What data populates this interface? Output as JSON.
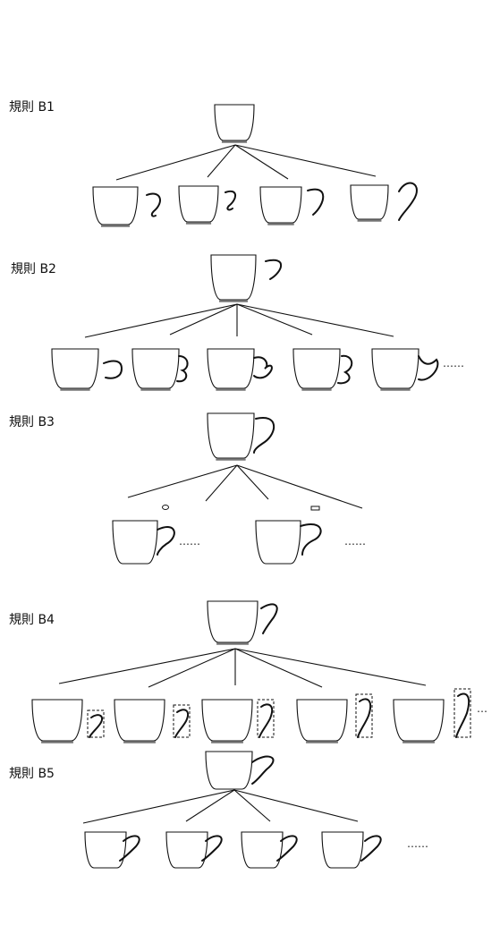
{
  "rules": [
    {
      "label": "規則 B1",
      "trailing": ""
    },
    {
      "label": "規則 B2",
      "trailing": "……"
    },
    {
      "label": "規則 B3",
      "trailing": "……"
    },
    {
      "label": "規則 B4",
      "trailing": "…"
    },
    {
      "label": "規則 B5",
      "trailing": "……"
    }
  ],
  "colors": {
    "stroke": "#111111",
    "base": "#777777"
  }
}
